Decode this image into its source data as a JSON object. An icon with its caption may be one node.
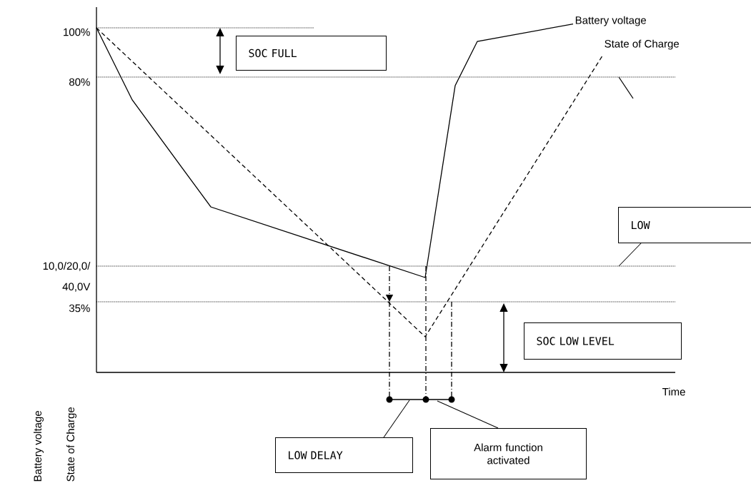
{
  "diagram": {
    "nodes": [
      {
        "text": [
          "SOC FULL"
        ]
      },
      {
        "text": [
          "LOW"
        ]
      },
      {
        "text": [
          "SOC LOW LEVEL"
        ]
      },
      {
        "text": [
          "LOW DELAY"
        ]
      },
      {
        "text": [
          "Alarm function activated"
        ]
      },
      {
        "text": [
          "Battery voltage"
        ]
      },
      {
        "text": [
          "State of Charge"
        ]
      }
    ],
    "edges": [
      {
        "from": 1,
        "to": null,
        "arrow": "none"
      },
      {
        "from": 3,
        "to": null,
        "arrow": "none"
      },
      {
        "from": 4,
        "to": null,
        "arrow": "none"
      },
      {
        "from": null,
        "to": 5,
        "arrow": "none"
      },
      {
        "from": null,
        "to": 6,
        "arrow": "none",
        "style": "dashed"
      }
    ],
    "labels": [
      "100%",
      "80%",
      "10,0/20,0/ 40,0V",
      "35%",
      "Time",
      "Battery voltage",
      "State of Charge"
    ]
  }
}
